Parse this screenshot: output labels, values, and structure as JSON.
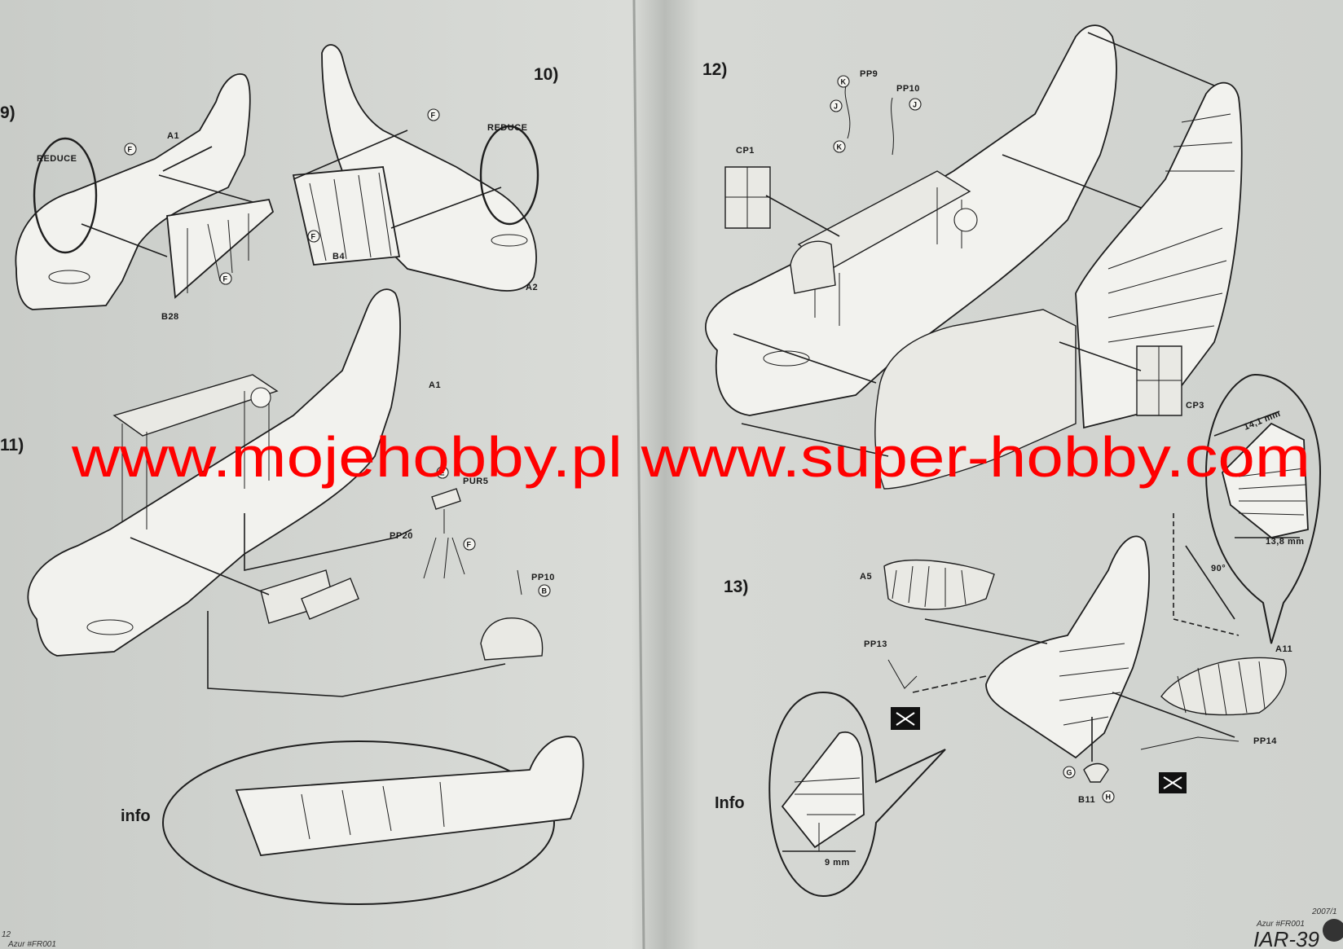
{
  "steps": {
    "s9": "9)",
    "s10": "10)",
    "s11": "11)",
    "s12": "12)",
    "s13": "13)"
  },
  "labels": {
    "reduce_left": "REDUCE",
    "reduce_right": "REDUCE",
    "a1_top": "A1",
    "a1_mid": "A1",
    "a2": "A2",
    "b4": "B4",
    "b28": "B28",
    "pur5": "PUR5",
    "pp20": "PP20",
    "pp10_left": "PP10",
    "pp9": "PP9",
    "pp10_right": "PP10",
    "cp1": "CP1",
    "cp3": "CP3",
    "a5": "A5",
    "pp13": "PP13",
    "a11": "A11",
    "pp14": "PP14",
    "b11": "B11",
    "dim_141": "14,1 mm",
    "dim_138": "13,8 mm",
    "angle_90": "90°",
    "dim_9": "9 mm",
    "info_left": "info",
    "info_right": "Info"
  },
  "symbols": {
    "f": "F",
    "e": "E",
    "b": "B",
    "k": "K",
    "j": "J",
    "g": "G",
    "h": "H"
  },
  "watermark": "www.mojehobby.pl www.super-hobby.com",
  "footer": {
    "page_left": "12",
    "azur_left": "Azur #FR001",
    "azur_right": "Azur #FR001",
    "model": "IAR-39",
    "year": "2007/1"
  },
  "colors": {
    "paper": "#d3d6d2",
    "ink": "#1e1e1e",
    "watermark": "#ff0000"
  }
}
